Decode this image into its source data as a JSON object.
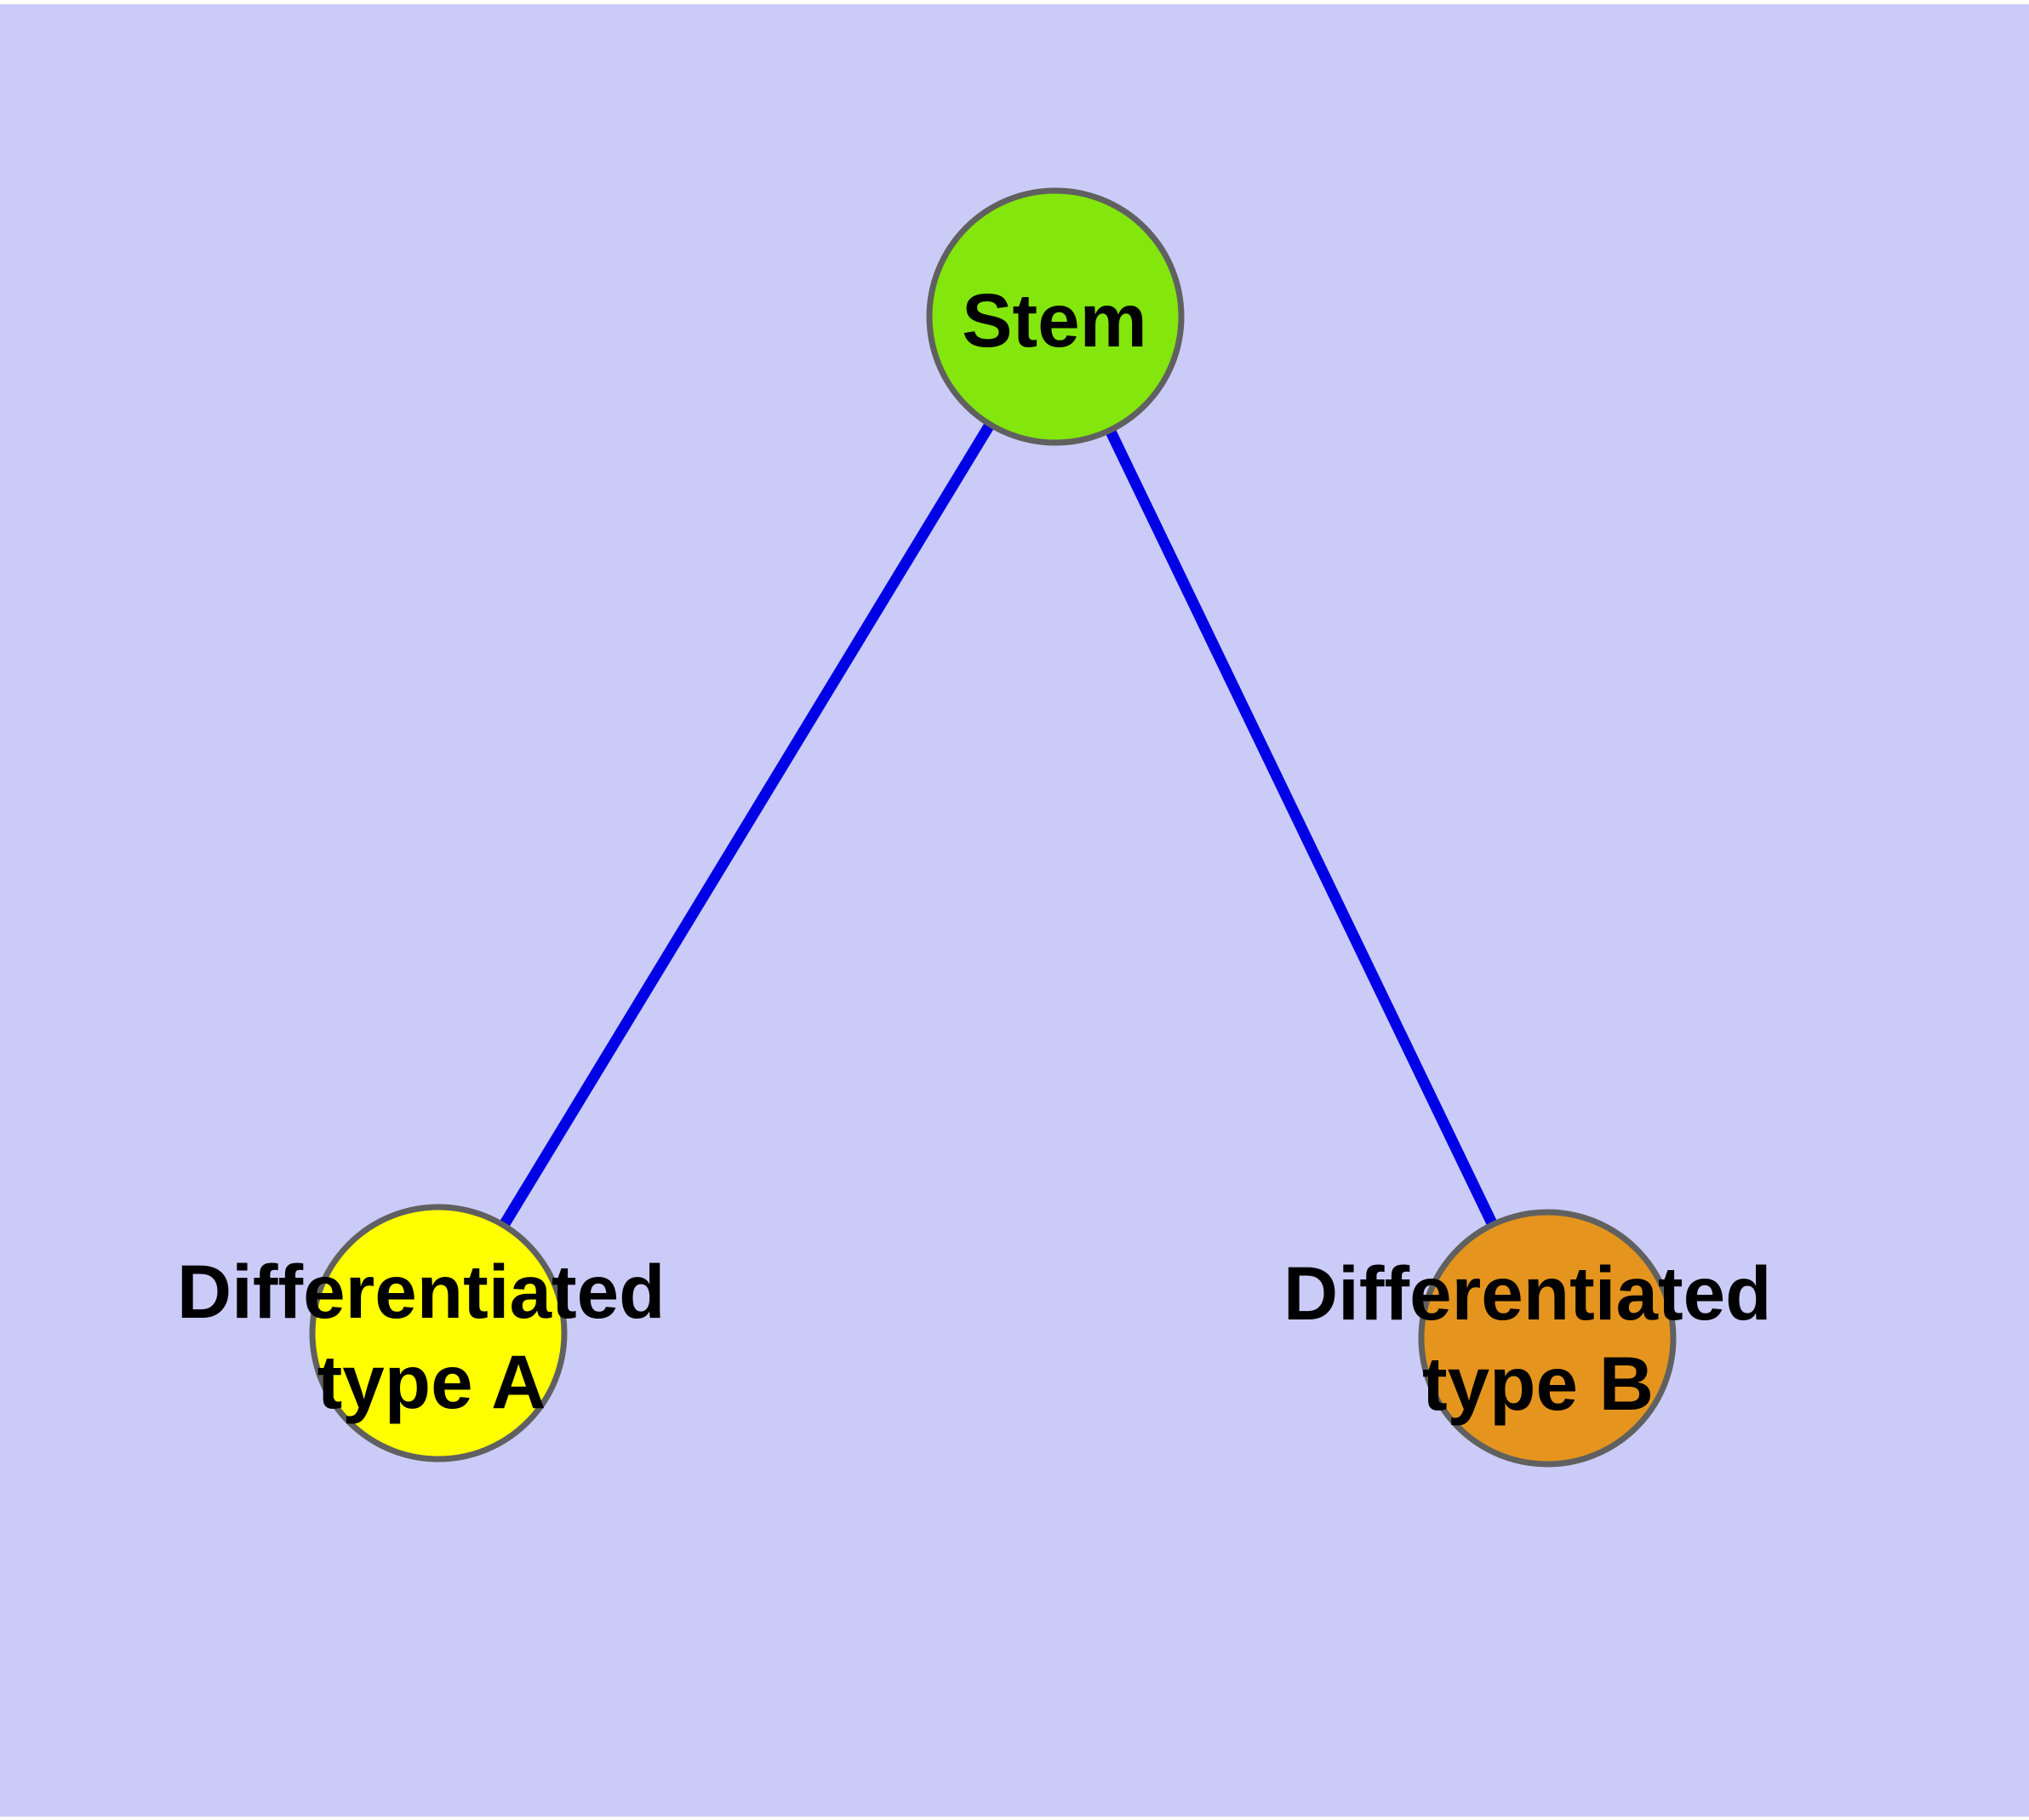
{
  "diagram": {
    "nodes": [
      {
        "id": "stem",
        "label": "Stem",
        "fill": "#83E60C"
      },
      {
        "id": "type-a",
        "label": "Differentiated type A",
        "line1": "Differentiated",
        "line2": "type A",
        "fill": "#FFFF00"
      },
      {
        "id": "type-b",
        "label": "Differentiated type B",
        "line1": "Differentiated",
        "line2": "type B",
        "fill": "#E5951D"
      }
    ],
    "edges": [
      {
        "from": "stem",
        "to": "type-a"
      },
      {
        "from": "stem",
        "to": "type-b"
      }
    ]
  },
  "colors": {
    "background": "#CBCBF7",
    "page_margin": "#FFFFFF",
    "edge": "#0000E6",
    "node_border": "#606060",
    "label_text": "#000000"
  }
}
